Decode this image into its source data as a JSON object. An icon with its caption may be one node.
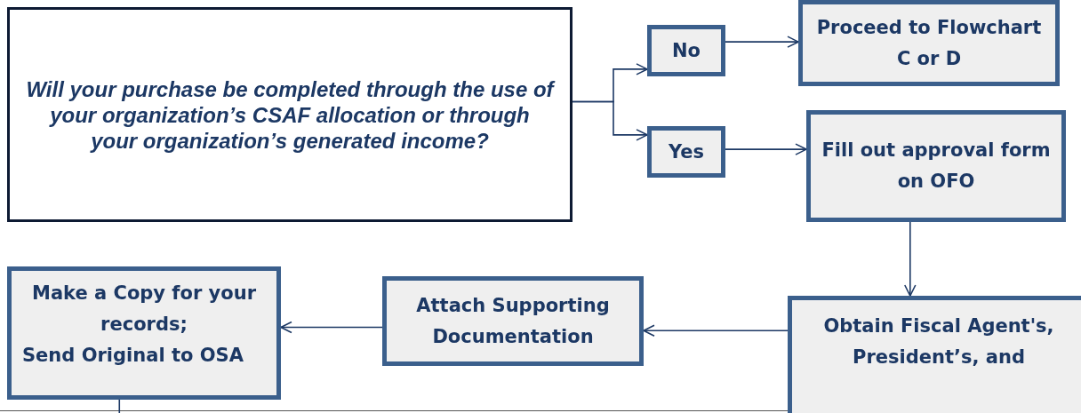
{
  "diagram": {
    "nodes": [
      {
        "text": [
          "Will your purchase be completed through the use of your organization’s CSAF allocation or through your organization’s generated income?"
        ]
      },
      {
        "text": [
          "No"
        ]
      },
      {
        "text": [
          "Proceed to Flowchart C or D"
        ]
      },
      {
        "text": [
          "Yes"
        ]
      },
      {
        "text": [
          "Fill out approval form on OFO"
        ]
      },
      {
        "text": [
          "Obtain Fiscal Agent's, President’s, and"
        ]
      },
      {
        "text": [
          "Attach Supporting Documentation"
        ]
      },
      {
        "text": [
          "Make a Copy for your records;",
          "Send Original to OSA"
        ]
      }
    ],
    "edges": [
      {
        "from": 0,
        "to": 1,
        "arrow": "to"
      },
      {
        "from": 0,
        "to": 3,
        "arrow": "to"
      },
      {
        "from": 1,
        "to": 2,
        "arrow": "to"
      },
      {
        "from": 3,
        "to": 4,
        "arrow": "to"
      },
      {
        "from": 4,
        "to": 5,
        "arrow": "to"
      },
      {
        "from": 5,
        "to": 6,
        "arrow": "to"
      },
      {
        "from": 6,
        "to": 7,
        "arrow": "to"
      },
      {
        "from": 7,
        "to": null,
        "arrow": "none"
      }
    ]
  }
}
